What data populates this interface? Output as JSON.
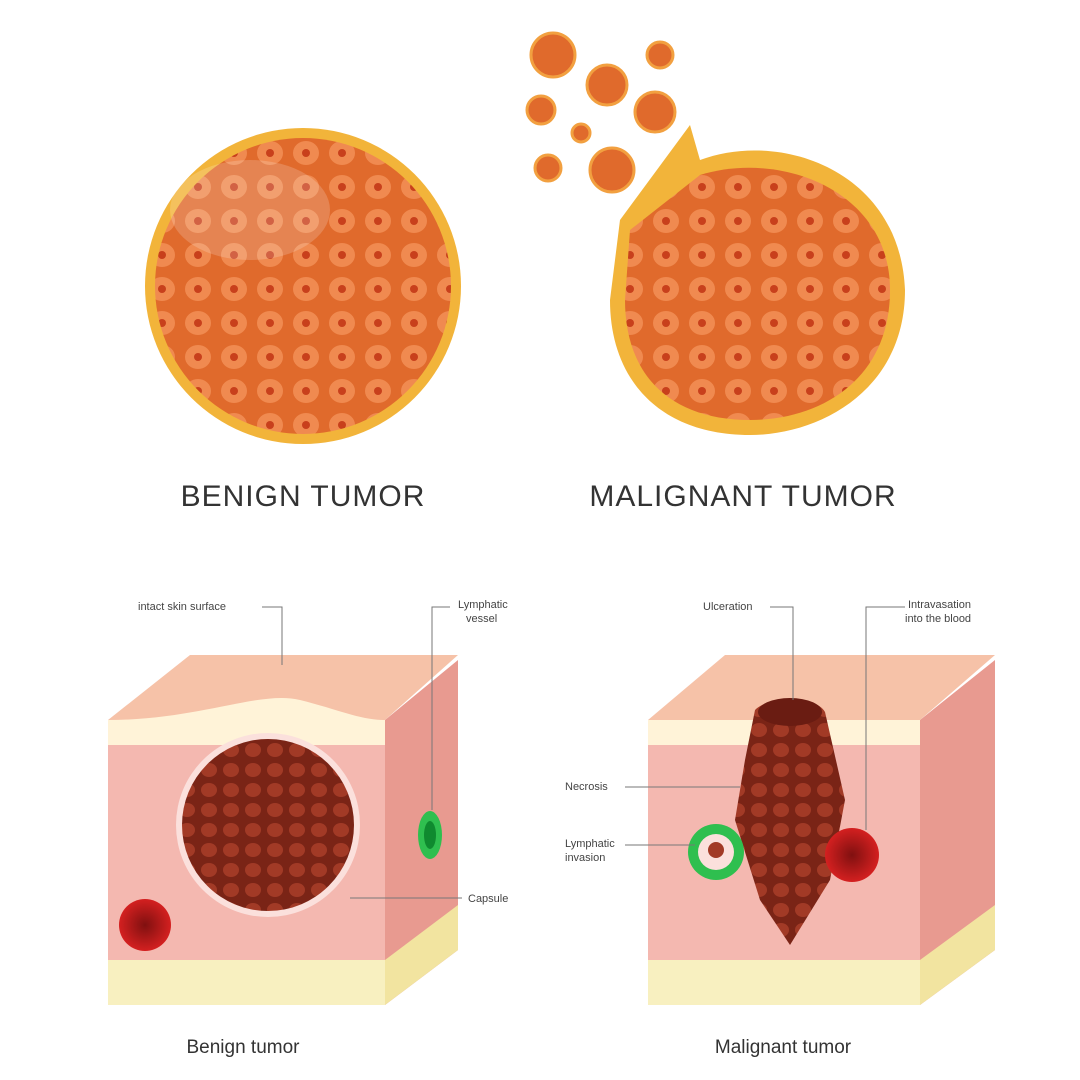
{
  "top": {
    "benign_title": "BENIGN TUMOR",
    "malignant_title": "MALIGNANT TUMOR"
  },
  "bottom": {
    "benign": {
      "caption": "Benign tumor",
      "labels": {
        "skin": "intact skin surface",
        "lymph1": "Lymphatic",
        "lymph2": "vessel",
        "capsule": "Capsule"
      }
    },
    "malignant": {
      "caption": "Malignant tumor",
      "labels": {
        "ulceration": "Ulceration",
        "intra1": "Intravasation",
        "intra2": "into the blood",
        "necrosis": "Necrosis",
        "lymphinv1": "Lymphatic",
        "lymphinv2": "invasion"
      }
    }
  },
  "colors": {
    "tumor": "#e0682a",
    "capsule": "#f0b030",
    "skin": "#f4b0a8",
    "fat": "#f8f0c0",
    "tumor_dark": "#8a2a1c",
    "vessel_green": "#2fbf4f",
    "blood_red": "#c01818"
  }
}
